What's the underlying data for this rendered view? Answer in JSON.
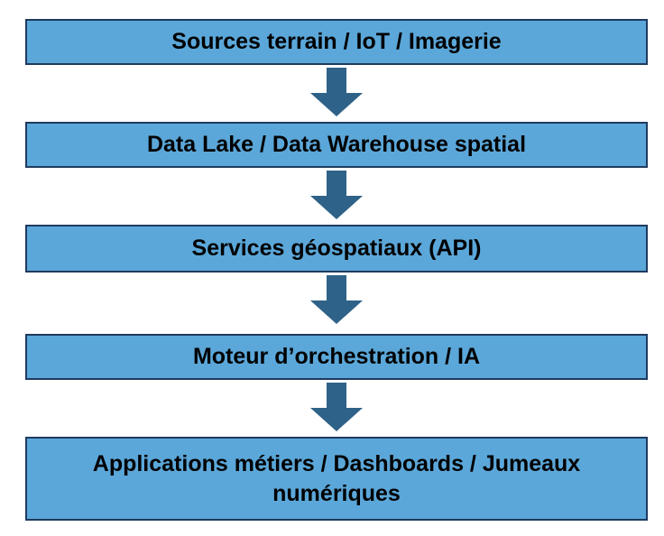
{
  "diagram": {
    "title": "Geospatial platform architecture flow",
    "colors": {
      "background": "#ffffff",
      "box_fill": "#5BA7D9",
      "box_border": "#1F3A5F",
      "arrow_color": "#2F6288",
      "text_color": "#000000"
    },
    "nodes": [
      {
        "label": "Sources terrain / IoT / Imagerie"
      },
      {
        "label": "Data Lake / Data Warehouse spatial"
      },
      {
        "label": "Services géospatiaux (API)"
      },
      {
        "label": "Moteur d’orchestration / IA"
      },
      {
        "label": "Applications métiers / Dashboards / Jumeaux numériques"
      }
    ],
    "connector": "down-arrow"
  }
}
